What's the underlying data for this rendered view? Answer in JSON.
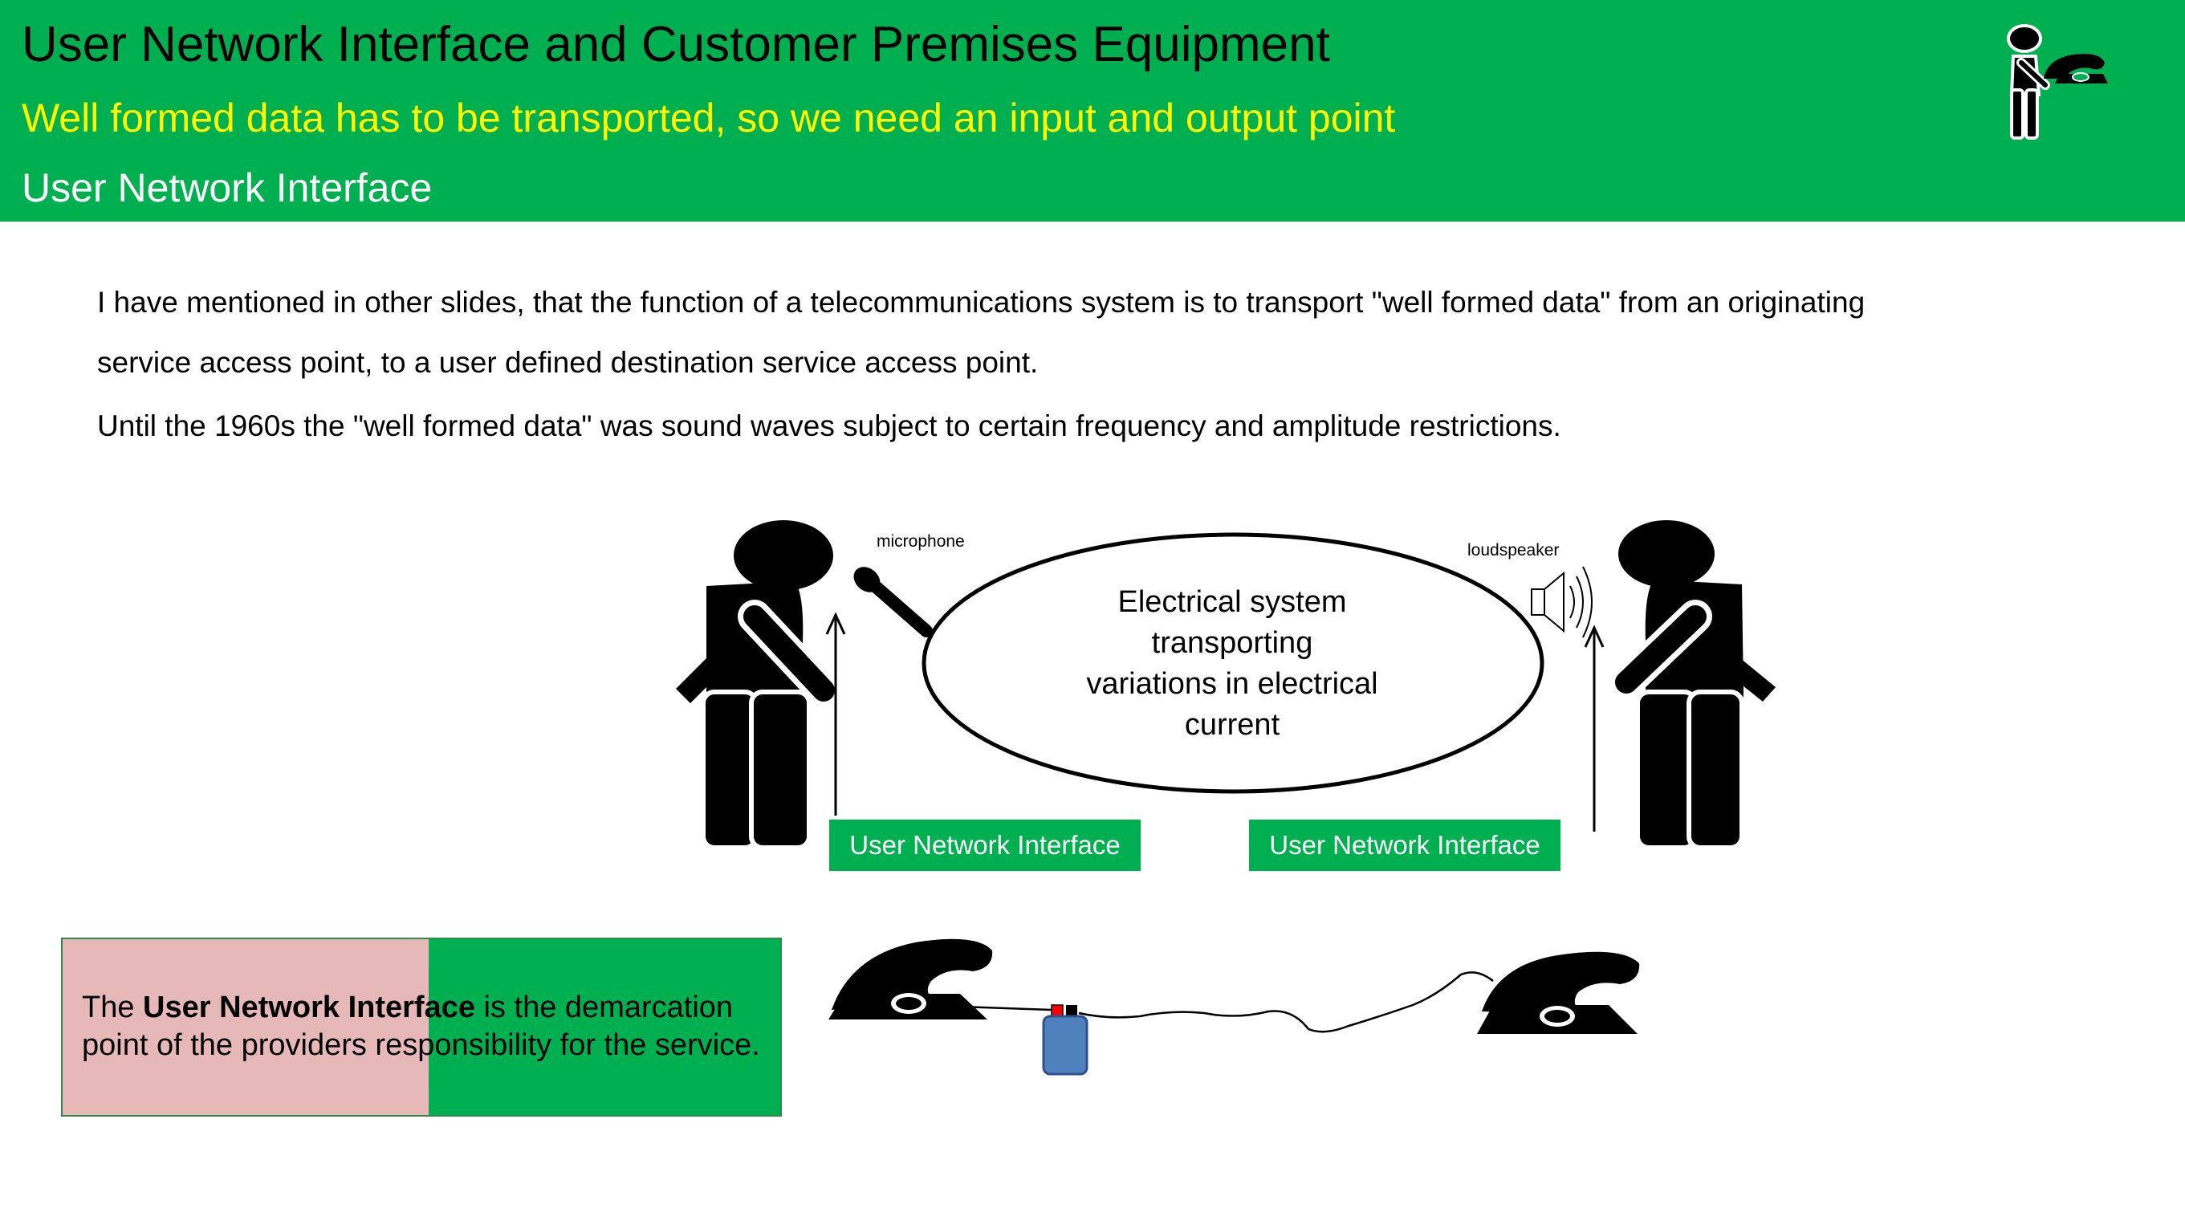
{
  "header": {
    "title": "User Network Interface and Customer Premises Equipment",
    "subtitle": "Well formed data has to be transported, so we need an input and output point",
    "section": "User Network Interface",
    "logo_icon": "person-with-telephone-icon"
  },
  "body": {
    "paragraph1_line1": "I have mentioned in other slides, that the function of a telecommunications system is to transport \"well formed data\" from an originating",
    "paragraph1_line2": "service access point, to a user defined destination service access point.",
    "paragraph2": "Until the 1960s the \"well formed data\" was sound waves subject to certain frequency and amplitude restrictions."
  },
  "diagram": {
    "ellipse_line1": "Electrical system",
    "ellipse_line2": "transporting",
    "ellipse_line3": "variations in electrical",
    "ellipse_line4": "current",
    "microphone_label": "microphone",
    "loudspeaker_label": "loudspeaker",
    "uni_left_label": "User Network Interface",
    "uni_right_label": "User Network Interface",
    "icons": [
      "person-speaking-icon",
      "microphone-icon",
      "loudspeaker-icon",
      "person-listening-icon",
      "telephone-icon",
      "network-terminal-icon"
    ]
  },
  "note": {
    "prefix": "The ",
    "bold": "User Network Interface",
    "suffix": " is the demarcation",
    "line2": "point of the providers responsibility for the service."
  },
  "colors": {
    "header_green": "#00b050",
    "subtitle_yellow": "#ffff00",
    "note_pink": "#e6b8b7",
    "terminal_blue": "#4f81bd",
    "terminal_red": "#ff0000"
  }
}
